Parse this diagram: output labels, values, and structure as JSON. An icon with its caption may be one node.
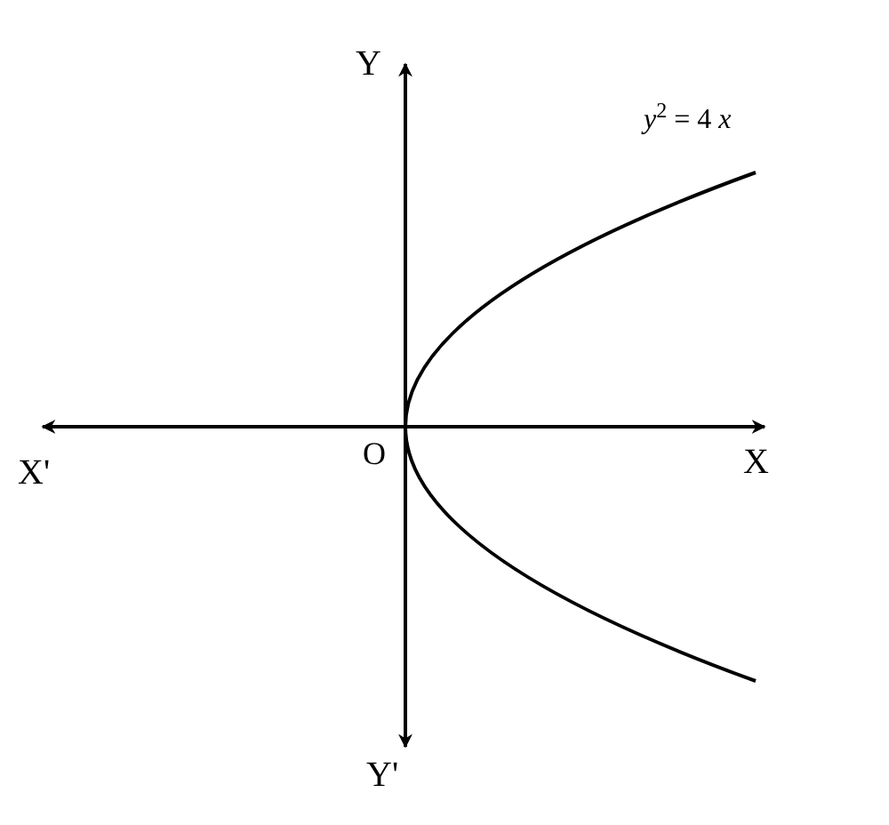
{
  "diagram": {
    "labels": [
      "Y",
      "*y*$^{2}$ = 4 *x*",
      "X'",
      "O",
      "X",
      "Y'"
    ]
  }
}
